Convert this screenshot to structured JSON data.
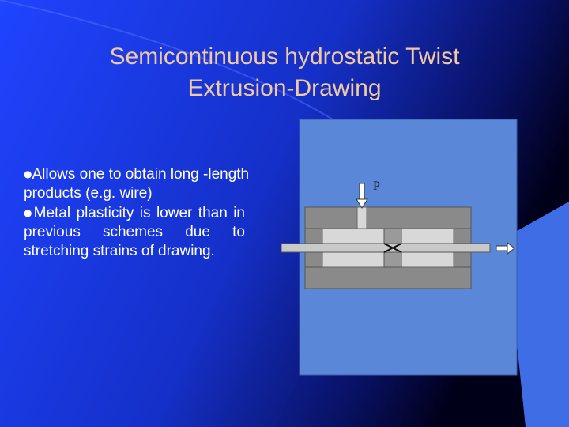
{
  "slide": {
    "title_line1": "Semicontinuous hydrostatic Twist",
    "title_line2": "Extrusion-Drawing",
    "bullets": [
      {
        "marker": "l",
        "text": "Allows one to obtain long -length products (e.g. wire)"
      },
      {
        "marker": "l",
        "text": "Metal plasticity is lower than in previous schemes due to stretching strains of drawing."
      }
    ]
  },
  "figure": {
    "force_label": "P",
    "colors": {
      "panel": "#5b87d8",
      "housing": "#8a8a8a",
      "liner": "#b4b4b4",
      "chamber": "#d8d8d8",
      "rod": "#c9c9c9"
    }
  },
  "theme": {
    "background_start": "#1a3cf0",
    "background_end": "#000020",
    "title_color": "#f2c9a0"
  }
}
